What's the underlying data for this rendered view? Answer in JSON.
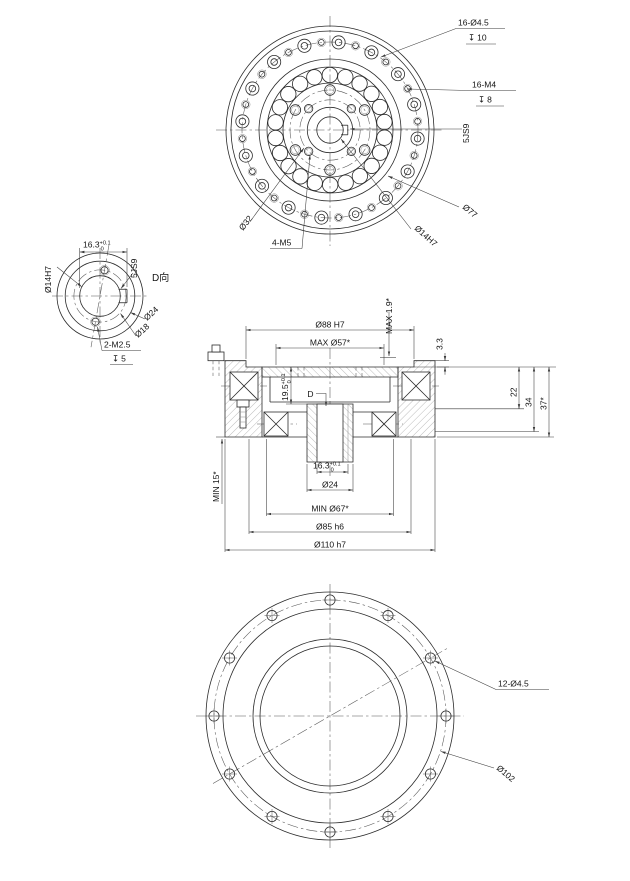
{
  "page": {
    "background": "#ffffff",
    "line_color": "#2b2b2b"
  },
  "symbols": {
    "depth": "↧"
  },
  "geometry": {
    "outer_cb_holes": 16,
    "outer_m4_holes": 16,
    "bearing_balls": 22,
    "mid_holes": 6,
    "m5_holes": 4,
    "bottom_holes": 12,
    "detail_holes": 2
  },
  "top_view": {
    "labels": {
      "cb_holes": "16-Ø4.5",
      "cb_depth": "10",
      "m4_holes": "16-M4",
      "m4_depth": "8",
      "keyway": "5JS9",
      "bolt_circle": "Ø77",
      "bore": "Ø14H7",
      "m5_holes": "4-M5",
      "m5_circle": "Ø32"
    }
  },
  "detail_view": {
    "title": "D向",
    "labels": {
      "width": {
        "value": "16.3",
        "tol_up": "+0.1",
        "tol_dn": "0"
      },
      "bore": "Ø14H7",
      "keyway": "5JS9",
      "outer": "Ø24",
      "bolt_circle": "Ø18",
      "holes": "2-M2.5",
      "holes_depth": "5"
    }
  },
  "section_view": {
    "labels": {
      "spigot_top": "Ø88 H7",
      "max_inner": "MAX Ø57*",
      "max_gap": "MAX 1.9*",
      "step": "3.3",
      "depth_shoulder": {
        "value": "19.5",
        "tol_up": "+0.1",
        "tol_dn": "0"
      },
      "h22": "22",
      "h34": "34",
      "h37": "37*",
      "view_arrow": "D",
      "bore_key": {
        "value": "16.3",
        "tol_up": "+0.1",
        "tol_dn": "0"
      },
      "hub": "Ø24",
      "min_inner": "MIN Ø67*",
      "spigot_bottom": "Ø85 h6",
      "outer": "Ø110 h7",
      "min_depth": "MIN 15*"
    }
  },
  "bottom_view": {
    "labels": {
      "holes": "12-Ø4.5",
      "bolt_circle": "Ø102"
    }
  }
}
